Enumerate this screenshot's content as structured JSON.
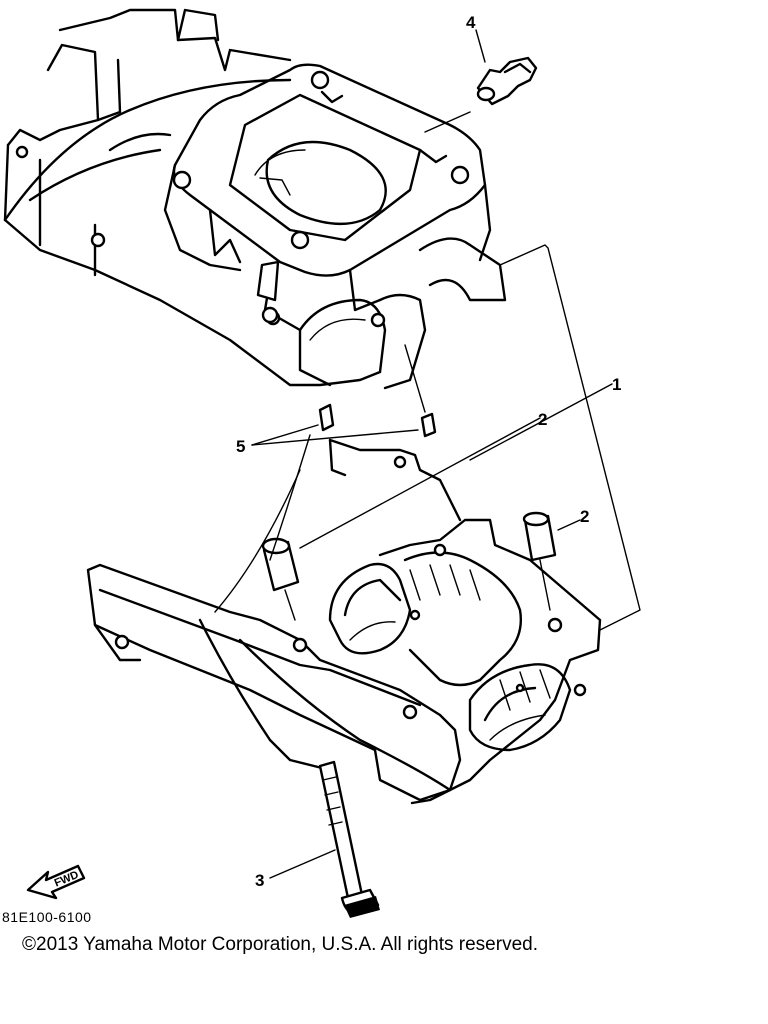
{
  "diagram": {
    "code": "81E100-6100",
    "copyright": "©2013 Yamaha Motor Corporation, U.S.A. All rights reserved.",
    "fwd_label": "FWD",
    "callouts": {
      "c1": "1",
      "c2a": "2",
      "c2b": "2",
      "c3": "3",
      "c4": "4",
      "c5": "5"
    }
  }
}
